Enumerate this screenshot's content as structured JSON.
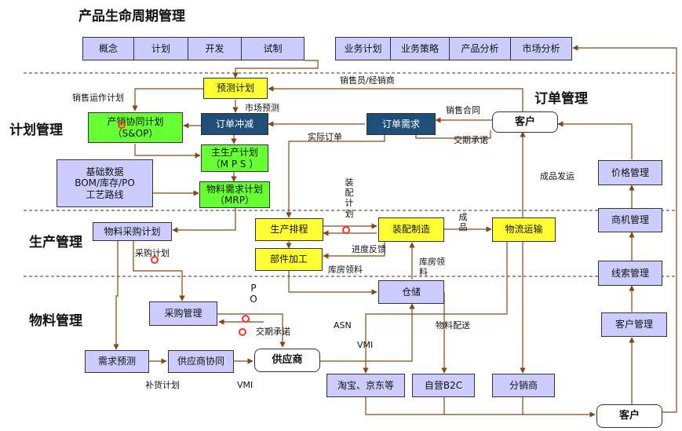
{
  "titles": {
    "lifecycle": "产品生命周期管理",
    "planning": "计划管理",
    "production": "生产管理",
    "material": "物料管理",
    "order": "订单管理"
  },
  "lifecycle_steps": [
    "概念",
    "计划",
    "开发",
    "试制"
  ],
  "market_steps": [
    "业务计划",
    "业务策略",
    "产品分析",
    "市场分析"
  ],
  "boxes": {
    "forecast": "预测计划",
    "sop": "产销协同计划\n（S&OP）",
    "order_offset": "订单冲减",
    "order_demand": "订单需求",
    "customer_top": "客户",
    "mps": "主生产计划\n（M P S ）",
    "base_data": "基础数据\nBOM/库存/PO\n工艺路线",
    "mrp": "物料需求计划\n（MRP）",
    "purchase_plan": "物料采购计划",
    "scheduling": "生产排程",
    "assembly": "装配制造",
    "logistics": "物流运输",
    "parts": "部件加工",
    "warehouse": "仓储",
    "procurement": "采购管理",
    "demand_forecast": "需求预测",
    "supplier_collab": "供应商协同",
    "supplier": "供应商",
    "ecommerce": "淘宝、京东等",
    "b2c": "自营B2C",
    "distributor": "分销商",
    "customer_bottom": "客户",
    "price_mgmt": "价格管理",
    "opportunity_mgmt": "商机管理",
    "lead_mgmt": "线索管理",
    "customer_mgmt": "客户管理"
  },
  "labels": {
    "sales_person": "销售员/经销商",
    "sales_ops": "销售运作计划",
    "market_forecast": "市场预测",
    "sales_contract": "销售合同",
    "actual_order": "实际订单",
    "delivery_commit_top": "交期承诺",
    "finished_delivery": "成品发运",
    "assembly_plan": "装配计划",
    "finished_goods": "成品",
    "progress_feedback": "进度反馈",
    "warehouse_pick_left": "库房领料",
    "warehouse_pick_right": "库房领料",
    "purchase_plan_label": "采购计划",
    "po": "P\nO",
    "delivery_commit_bottom": "交期承诺",
    "asn": "ASN",
    "vmi_mid": "VMI",
    "material_delivery": "物料配送",
    "replenish_plan": "补货计划",
    "vmi_bottom": "VMI"
  }
}
